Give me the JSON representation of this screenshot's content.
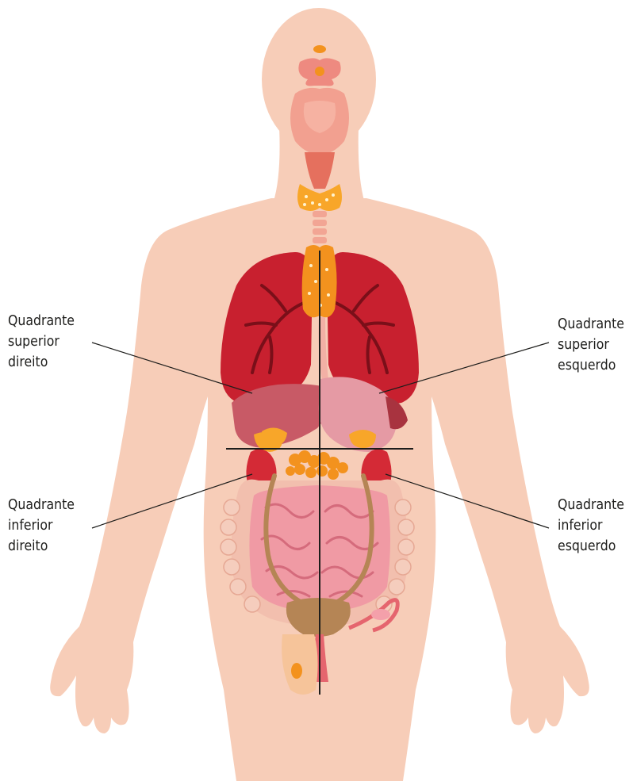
{
  "labels": {
    "upper_right": {
      "lines": [
        "Quadrante",
        "superior",
        "direito"
      ]
    },
    "upper_left": {
      "lines": [
        "Quadrante",
        "superior",
        "esquerdo"
      ]
    },
    "lower_right": {
      "lines": [
        "Quadrante",
        "inferior",
        "direito"
      ]
    },
    "lower_left": {
      "lines": [
        "Quadrante",
        "inferior",
        "esquerdo"
      ]
    }
  },
  "colors": {
    "skin": "#f7cdb8",
    "lungs": "#c8202f",
    "lungs_dark": "#8f1420",
    "liver": "#c85a66",
    "stomach": "#e59aa4",
    "pancreas": "#f3921e",
    "glands": "#f8a629",
    "kidneys": "#d42a36",
    "intestine": "#f09aa4",
    "colon": "#f2bfae",
    "ureter": "#b58555",
    "brain": "#f2a090",
    "quadrant_lines": "#1d1d1b"
  }
}
